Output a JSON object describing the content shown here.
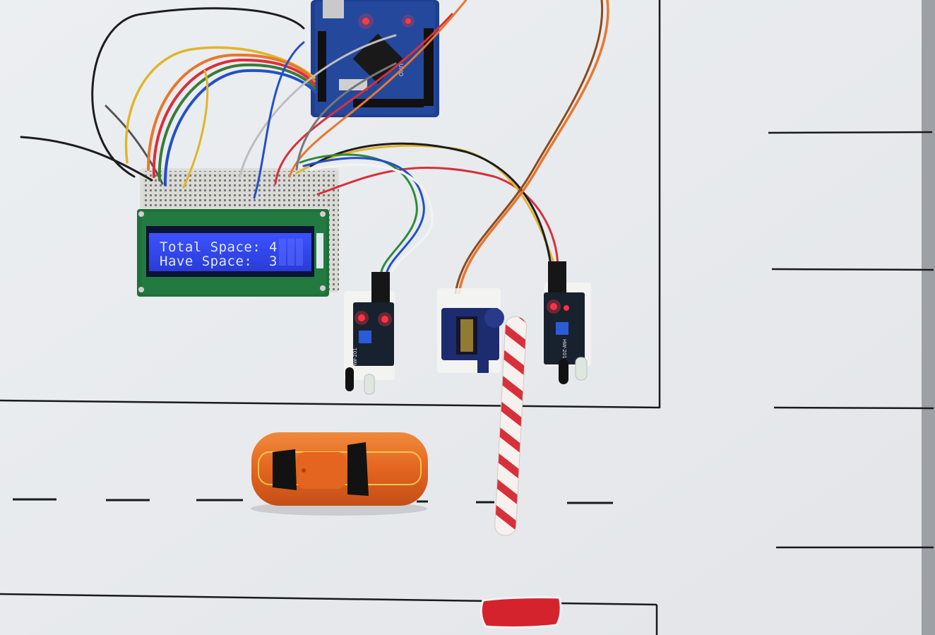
{
  "lcd": {
    "line1_label": "Total Space:",
    "line1_value": "4",
    "line2_label": "Have  Space:",
    "line2_value": "3"
  },
  "arduino": {
    "board_label": "UNO"
  },
  "sensors": {
    "left_model": "HW-201",
    "right_model": "HW-201"
  }
}
